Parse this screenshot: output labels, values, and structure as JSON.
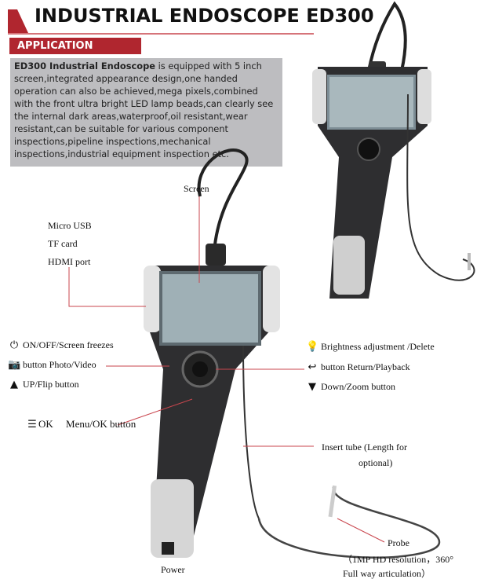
{
  "header": {
    "title": "INDUSTRIAL ENDOSCOPE ED300",
    "accent": "#b0262f"
  },
  "application": {
    "label": "APPLICATION",
    "lead": "ED300 Industrial Endoscope",
    "text": " is equipped with 5 inch screen,integrated appearance design,one handed operation can also be achieved,mega pixels,combined with the front ultra bright LED lamp beads,can clearly see the internal dark areas,waterproof,oil resistant,wear resistant,can be suitable for various component inspections,pipeline inspections,mechanical inspections,industrial equipment inspection etc."
  },
  "callouts": {
    "screen": "Screen",
    "micro_usb": "Micro USB",
    "tf_card": "TF card",
    "hdmi": "HDMI port",
    "power_btn": {
      "icon": "power-icon",
      "text": "ON/OFF/Screen freezes"
    },
    "photo_btn": {
      "icon": "camera-icon",
      "text": "button Photo/Video"
    },
    "up_btn": {
      "icon": "triangle-up-icon",
      "text": "UP/Flip button"
    },
    "menu_btn": {
      "icon": "menu-icon",
      "icon_text": "OK",
      "text": "Menu/OK button"
    },
    "brightness_btn": {
      "icon": "bulb-icon",
      "text": "Brightness adjustment /Delete"
    },
    "return_btn": {
      "icon": "return-icon",
      "text": "button Return/Playback"
    },
    "down_btn": {
      "icon": "triangle-down-icon",
      "text": "Down/Zoom button"
    },
    "insert_tube_1": "Insert tube (Length for",
    "insert_tube_2": "optional)",
    "probe": "Probe",
    "probe_spec_1": "（1MP HD resolution，360°",
    "probe_spec_2": "Full way articulation）",
    "power": "Power"
  }
}
